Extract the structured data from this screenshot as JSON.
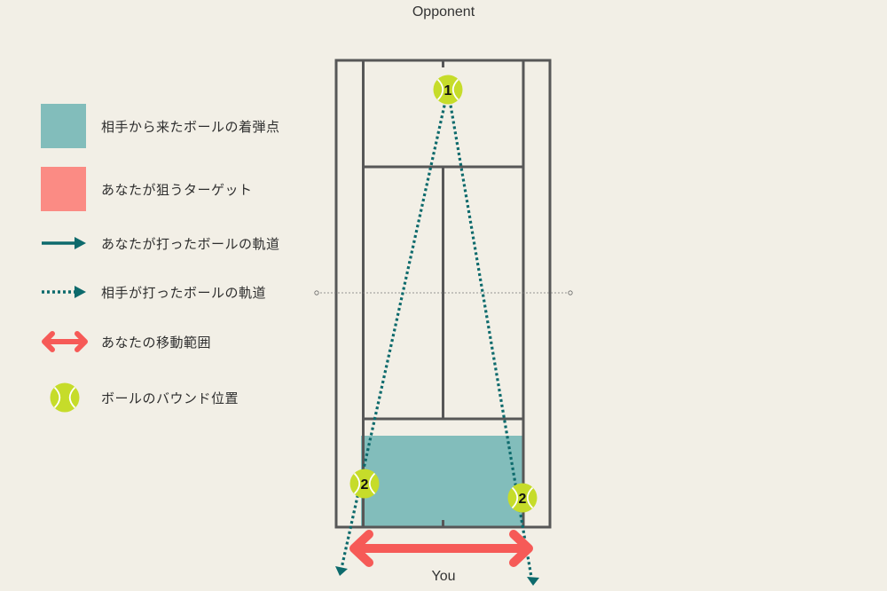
{
  "labels": {
    "opponent": "Opponent",
    "you": "You"
  },
  "legend": {
    "items": [
      {
        "label": "相手から来たボールの着弾点",
        "icon": "teal-square-icon"
      },
      {
        "label": "あなたが狙うターゲット",
        "icon": "salmon-square-icon"
      },
      {
        "label": "あなたが打ったボールの軌道",
        "icon": "solid-arrow-icon"
      },
      {
        "label": "相手が打ったボールの軌道",
        "icon": "dotted-arrow-icon"
      },
      {
        "label": "あなたの移動範囲",
        "icon": "double-arrow-icon"
      },
      {
        "label": "ボールのバウンド位置",
        "icon": "tennis-ball-icon"
      }
    ]
  },
  "court": {
    "balls": [
      {
        "number": "1"
      },
      {
        "number": "2"
      },
      {
        "number": "2"
      }
    ]
  },
  "colors": {
    "background": "#f2efe6",
    "court_lines": "#575757",
    "landing_zone": "#82bdbb",
    "target_zone": "#fb8b84",
    "your_shot": "#0d6a6c",
    "opponent_shot": "#0d6a6c",
    "movement": "#f65a57",
    "ball": "#c6dc2a"
  }
}
